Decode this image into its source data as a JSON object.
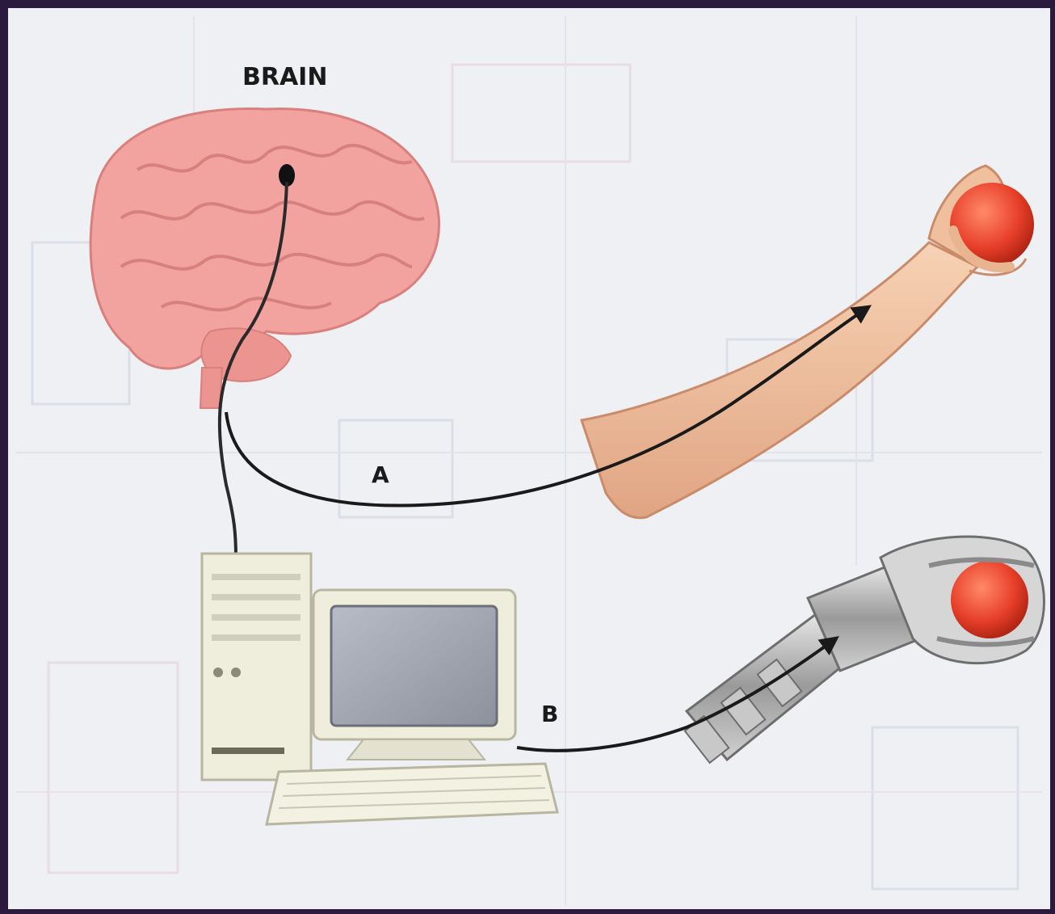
{
  "labels": {
    "brain": "BRAIN",
    "path_a": "A",
    "path_b": "B"
  },
  "colors": {
    "frame": "#2a1a3e",
    "background": "#eef0f4",
    "brain": "#f2a3a0",
    "skin": "#f0c09e",
    "ball": "#e8402a",
    "computer": "#efeedd",
    "robot_metal": "#b8b8b8",
    "wire": "#1a1a1a"
  },
  "icons": [
    "brain-illustration",
    "electrode-icon",
    "human-arm-illustration",
    "ball-icon",
    "computer-tower-icon",
    "monitor-icon",
    "keyboard-icon",
    "robotic-arm-illustration"
  ]
}
